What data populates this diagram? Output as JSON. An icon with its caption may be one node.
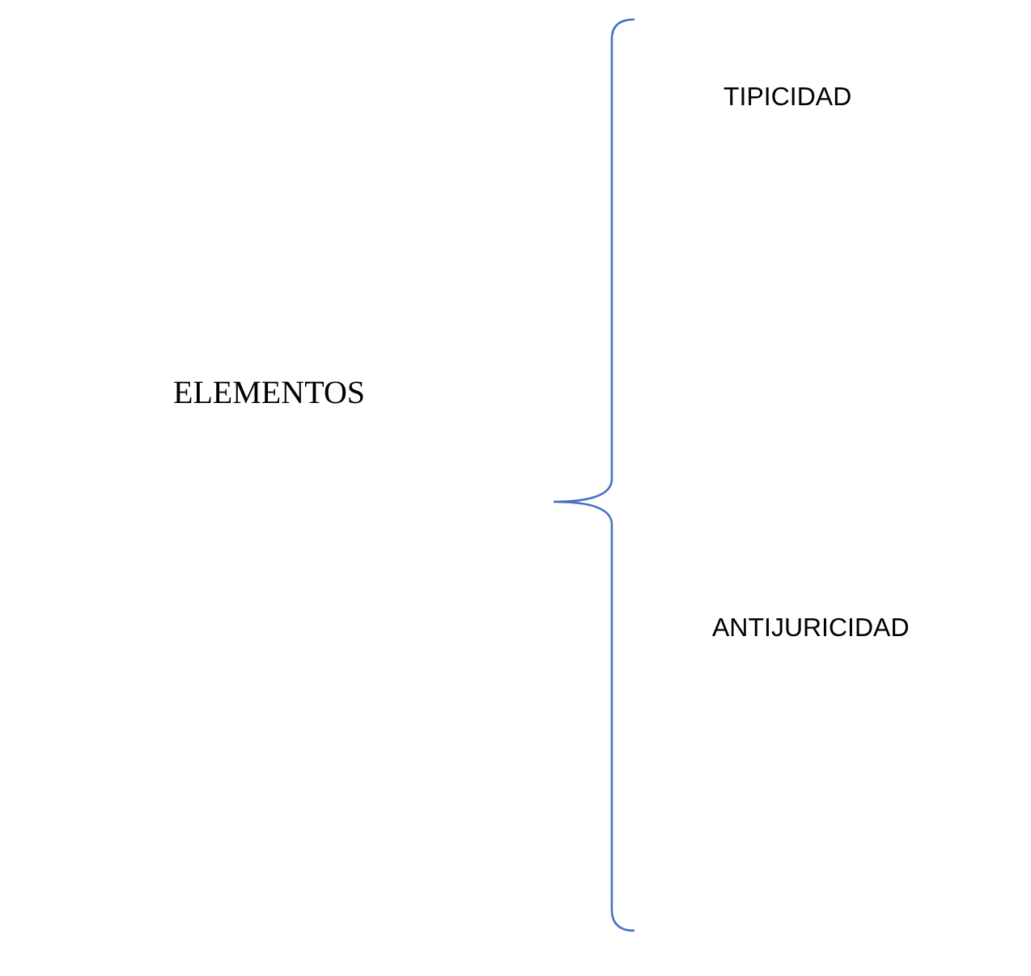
{
  "diagram": {
    "labels": [
      "ELEMENTOS",
      "TIPICIDAD",
      "ANTIJURICIDAD"
    ]
  }
}
